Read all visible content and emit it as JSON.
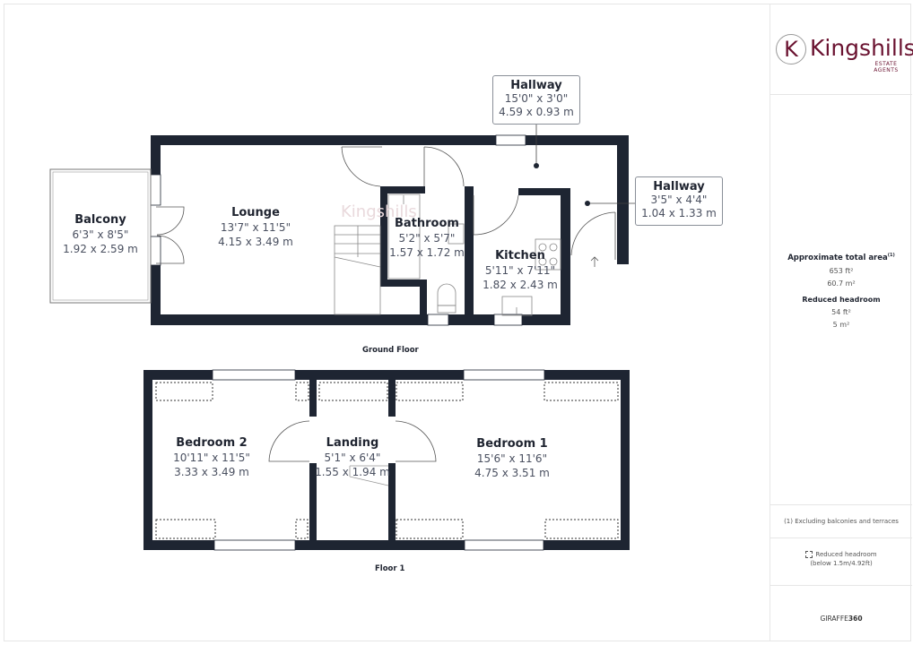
{
  "brand": {
    "logo_letter": "K",
    "name": "Kingshills",
    "subtitle": "ESTATE AGENTS",
    "color": "#6a1230"
  },
  "summary": {
    "total_area_title": "Approximate total area",
    "total_area_note_mark": "(1)",
    "total_area_ft": "653 ft²",
    "total_area_m": "60.7 m²",
    "reduced_headroom_title": "Reduced headroom",
    "reduced_headroom_ft": "54 ft²",
    "reduced_headroom_m": "5 m²"
  },
  "notes": {
    "excluding": "(1) Excluding balconies and terraces",
    "legend_label": "Reduced headroom",
    "legend_sub": "(below 1.5m/4.92ft)"
  },
  "footer": {
    "brand_light": "GIRAFFE",
    "brand_bold": "360"
  },
  "floors": [
    {
      "label": "Ground Floor",
      "rooms": [
        {
          "name": "Balcony",
          "imperial": "6'3\" x 8'5\"",
          "metric": "1.92 x 2.59 m"
        },
        {
          "name": "Lounge",
          "imperial": "13'7\" x 11'5\"",
          "metric": "4.15 x 3.49 m"
        },
        {
          "name": "Bathroom",
          "imperial": "5'2\" x 5'7\"",
          "metric": "1.57 x 1.72 m"
        },
        {
          "name": "Kitchen",
          "imperial": "5'11\" x 7'11\"",
          "metric": "1.82 x 2.43 m"
        },
        {
          "name": "Hallway",
          "imperial": "15'0\" x 3'0\"",
          "metric": "4.59 x 0.93 m"
        },
        {
          "name": "Hallway",
          "imperial": "3'5\" x 4'4\"",
          "metric": "1.04 x 1.33 m"
        }
      ]
    },
    {
      "label": "Floor 1",
      "rooms": [
        {
          "name": "Bedroom 2",
          "imperial": "10'11\" x 11'5\"",
          "metric": "3.33 x 3.49 m"
        },
        {
          "name": "Landing",
          "imperial": "5'1\" x 6'4\"",
          "metric": "1.55 x 1.94 m"
        },
        {
          "name": "Bedroom 1",
          "imperial": "15'6\" x 11'6\"",
          "metric": "4.75 x 3.51 m"
        }
      ]
    }
  ],
  "watermark": "Kingshills",
  "colors": {
    "wall": "#1e2532",
    "text": "#1f2430",
    "dim": "#4a5060",
    "border": "#e6e6e6"
  }
}
